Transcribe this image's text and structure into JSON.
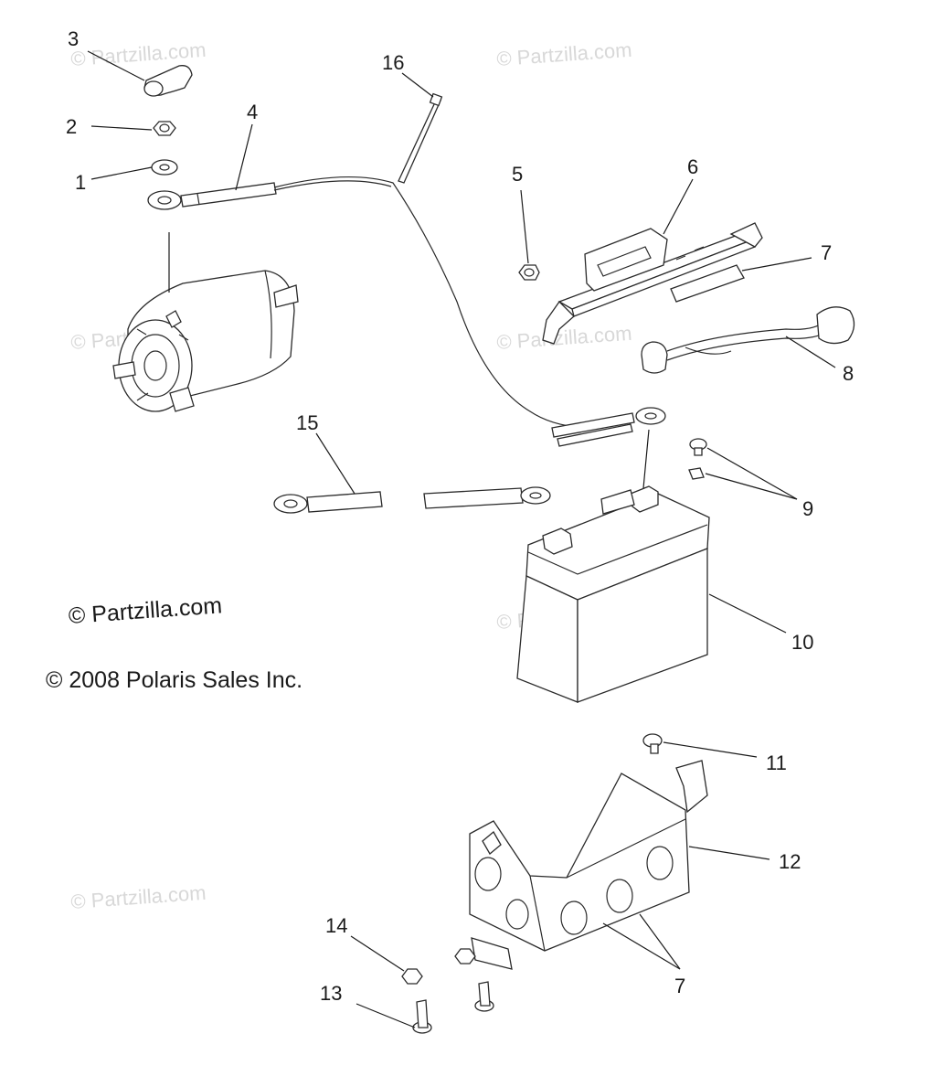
{
  "diagram": {
    "watermark_text": "© Partzilla.com",
    "copyright": "© 2008 Polaris Sales Inc.",
    "colors": {
      "background": "#ffffff",
      "line": "#1a1a1a",
      "watermark": "#d8d8d8"
    },
    "parts": [
      {
        "key": "washer",
        "callout": "1"
      },
      {
        "key": "nut",
        "callout": "2"
      },
      {
        "key": "terminal-boot",
        "callout": "3"
      },
      {
        "key": "starter-cable",
        "callout": "4"
      },
      {
        "key": "bracket-nut",
        "callout": "5"
      },
      {
        "key": "hold-down-bracket",
        "callout": "6"
      },
      {
        "key": "pad",
        "callout": "7"
      },
      {
        "key": "negative-cable",
        "callout": "8"
      },
      {
        "key": "terminal-hardware",
        "callout": "9"
      },
      {
        "key": "battery",
        "callout": "10"
      },
      {
        "key": "box-bolt",
        "callout": "11"
      },
      {
        "key": "battery-box",
        "callout": "12"
      },
      {
        "key": "screw",
        "callout": "13"
      },
      {
        "key": "lock-nut",
        "callout": "14"
      },
      {
        "key": "ground-cable",
        "callout": "15"
      },
      {
        "key": "cable-tie",
        "callout": "16"
      },
      {
        "key": "box-pads",
        "callout": "7"
      }
    ]
  }
}
